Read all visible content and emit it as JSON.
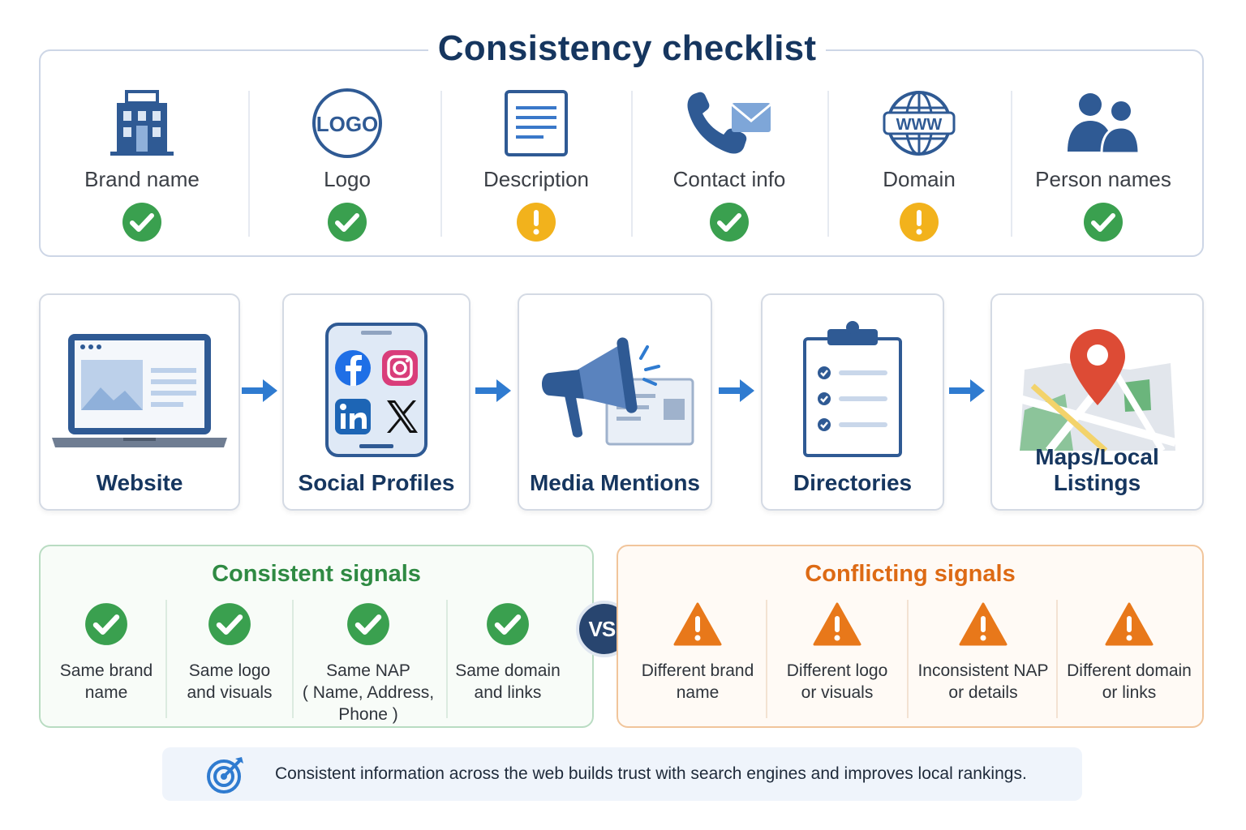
{
  "checklist": {
    "title": "Consistency checklist",
    "items": [
      {
        "label": "Brand name",
        "icon": "building-icon",
        "status": "ok"
      },
      {
        "label": "Logo",
        "icon": "logo-badge-icon",
        "logo_text": "LOGO",
        "status": "ok"
      },
      {
        "label": "Description",
        "icon": "document-icon",
        "status": "warning"
      },
      {
        "label": "Contact info",
        "icon": "phone-mail-icon",
        "status": "ok"
      },
      {
        "label": "Domain",
        "icon": "globe-www-icon",
        "globe_text": "WWW",
        "status": "warning"
      },
      {
        "label": "Person names",
        "icon": "people-icon",
        "status": "ok"
      }
    ]
  },
  "channels": [
    {
      "label": "Website",
      "icon": "laptop-icon"
    },
    {
      "label": "Social Profiles",
      "icon": "social-phone-icon"
    },
    {
      "label": "Media Mentions",
      "icon": "megaphone-icon"
    },
    {
      "label": "Directories",
      "icon": "clipboard-icon"
    },
    {
      "label": "Maps/Local Listings",
      "icon": "map-pin-icon"
    }
  ],
  "consistent": {
    "title": "Consistent signals",
    "items": [
      {
        "lines": [
          "Same brand",
          "name"
        ]
      },
      {
        "lines": [
          "Same logo",
          "and visuals"
        ]
      },
      {
        "lines": [
          "Same NAP",
          "( Name, Address,",
          "Phone )"
        ]
      },
      {
        "lines": [
          "Same domain",
          "and links"
        ]
      }
    ]
  },
  "vs_label": "VS.",
  "conflicting": {
    "title": "Conflicting signals",
    "items": [
      {
        "lines": [
          "Different brand",
          "name"
        ]
      },
      {
        "lines": [
          "Different logo",
          "or visuals"
        ]
      },
      {
        "lines": [
          "Inconsistent NAP",
          "or details"
        ]
      },
      {
        "lines": [
          "Different domain",
          "or links"
        ]
      }
    ]
  },
  "footer": {
    "text": "Consistent information across the web builds trust with search engines and improves local rankings.",
    "icon": "target-icon"
  },
  "colors": {
    "navy": "#16365f",
    "icon_blue": "#3a66a8",
    "ok_green": "#3aa04f",
    "warn_yellow": "#f2b21c",
    "conflict_orange": "#e8781a",
    "arrow_blue": "#2f7bd0"
  }
}
